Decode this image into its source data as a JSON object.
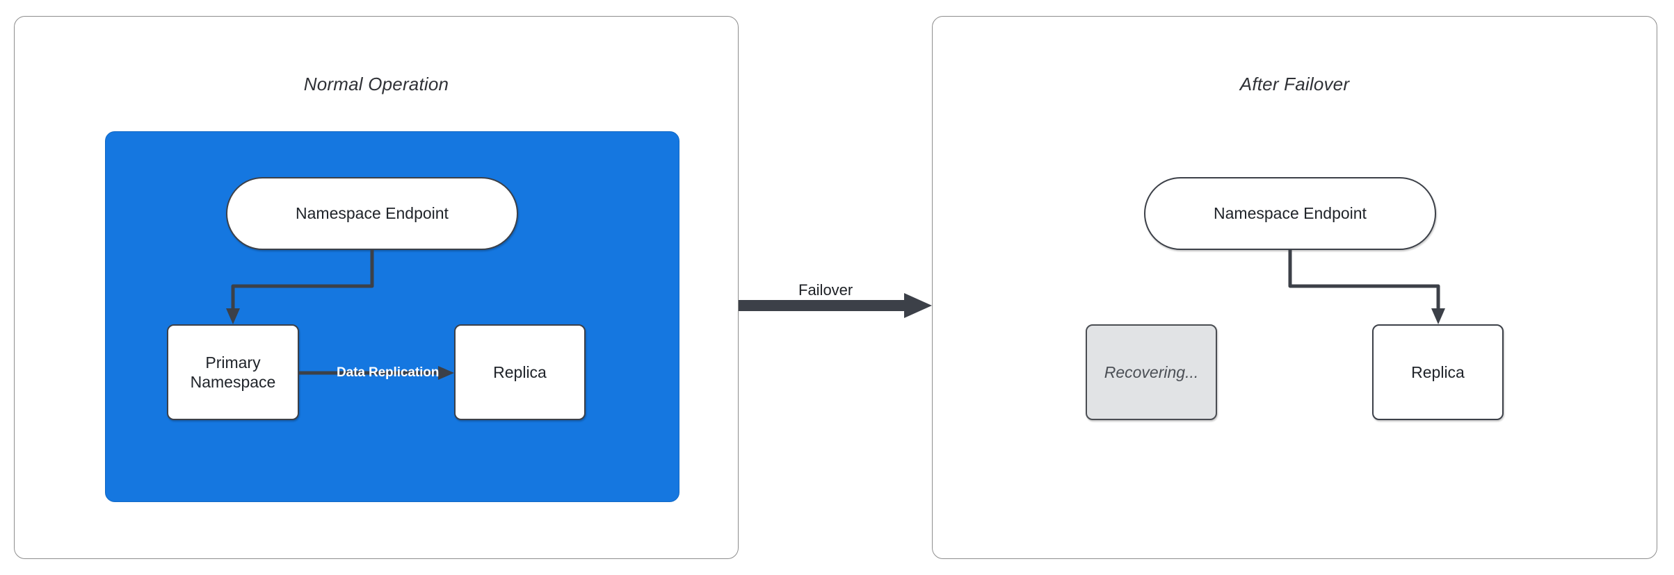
{
  "diagram": {
    "title_left": "Normal Operation",
    "title_right": "After Failover",
    "transition_label": "Failover",
    "accent_blue": "#1577e0",
    "node_stroke": "#3c4048",
    "recovering_fill": "#e1e3e5",
    "panel_stroke": "#8d8d8d"
  },
  "left_panel": {
    "title": "Normal Operation",
    "nodes": {
      "endpoint": "Namespace Endpoint",
      "primary": "Primary\nNamespace",
      "primary_line1": "Primary",
      "primary_line2": "Namespace",
      "replica": "Replica"
    },
    "edges": {
      "endpoint_to_primary": "",
      "data_replication": "Data Replication"
    }
  },
  "right_panel": {
    "title": "After Failover",
    "nodes": {
      "endpoint": "Namespace Endpoint",
      "recovering": "Recovering...",
      "replica": "Replica"
    },
    "edges": {
      "endpoint_to_replica": ""
    }
  }
}
